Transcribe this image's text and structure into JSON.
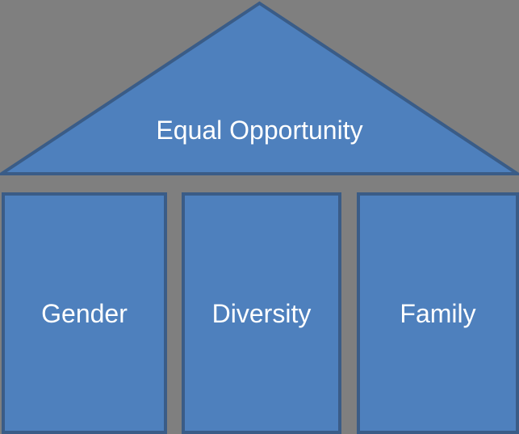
{
  "diagram": {
    "type": "house-pillar-diagram",
    "roof": {
      "label": "Equal Opportunity"
    },
    "pillars": [
      {
        "label": "Gender"
      },
      {
        "label": "Diversity"
      },
      {
        "label": "Family"
      }
    ],
    "colors": {
      "shape_fill": "#4E80BD",
      "shape_border": "#3A5C87",
      "background": "#7F7F7F",
      "text": "#FFFFFF"
    }
  }
}
